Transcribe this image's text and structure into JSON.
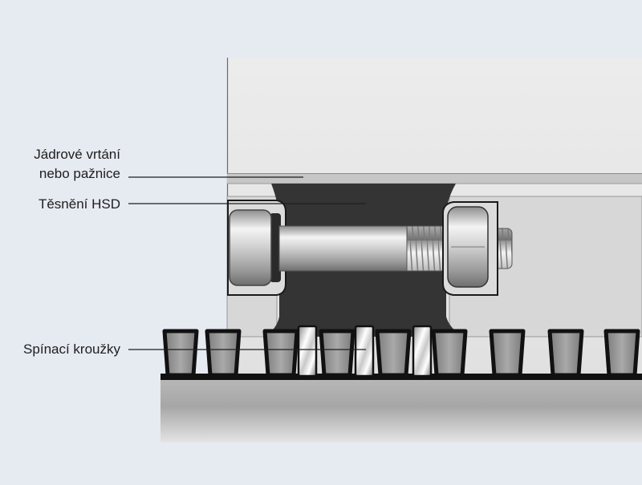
{
  "labels": {
    "bore_line1": "Jádrové vrtání",
    "bore_line2": "nebo pažnice",
    "seal": "Těsnění HSD",
    "rings": "Spínací kroužky"
  },
  "colors": {
    "background": "#e6eaf1",
    "wall": "#e9e9e9",
    "casing": "#c4c4c4",
    "seal_rubber": "#333333",
    "pipe_outline": "#111111",
    "bolt_metal": "#d6d6d6"
  },
  "icons": {
    "bolt": "hex-bolt-icon",
    "nut": "hex-nut-icon",
    "washer": "washer-icon",
    "pipe": "corrugated-pipe-icon"
  }
}
